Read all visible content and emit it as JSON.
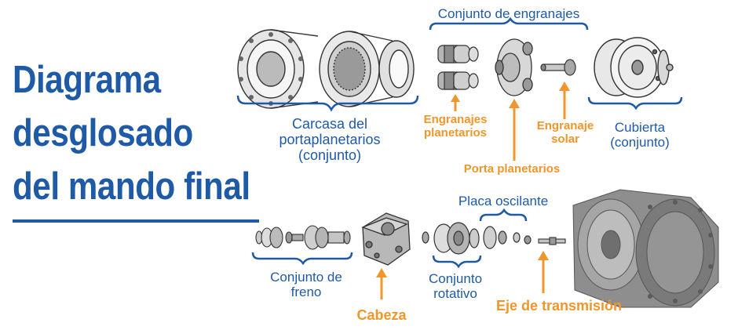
{
  "title": {
    "line1": "Diagrama",
    "line2": "desglosado",
    "line3": "del mando final"
  },
  "labels": {
    "gear_set": "Conjunto de engranajes",
    "housing_l1": "Carcasa del",
    "housing_l2": "portaplanetarios",
    "housing_l3": "(conjunto)",
    "planet_gears_l1": "Engranajes",
    "planet_gears_l2": "planetarios",
    "sun_gear_l1": "Engranaje",
    "sun_gear_l2": "solar",
    "cover_l1": "Cubierta",
    "cover_l2": "(conjunto)",
    "planet_carrier": "Porta planetarios",
    "swash_plate": "Placa oscilante",
    "brake_l1": "Conjunto de",
    "brake_l2": "freno",
    "head": "Cabeza",
    "rotary_l1": "Conjunto",
    "rotary_l2": "rotativo",
    "drive_shaft": "Eje de transmisión"
  },
  "colors": {
    "blue": "#1f5aa6",
    "orange": "#f0962a"
  }
}
